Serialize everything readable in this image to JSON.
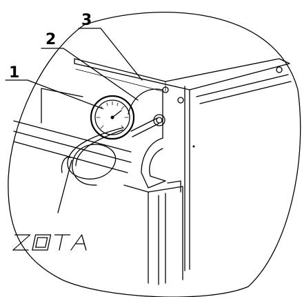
{
  "callouts": [
    {
      "label": "1"
    },
    {
      "label": "2"
    },
    {
      "label": "3"
    }
  ],
  "logo": "ZOTA",
  "colors": {
    "ink": "#000000",
    "paper": "#ffffff"
  }
}
